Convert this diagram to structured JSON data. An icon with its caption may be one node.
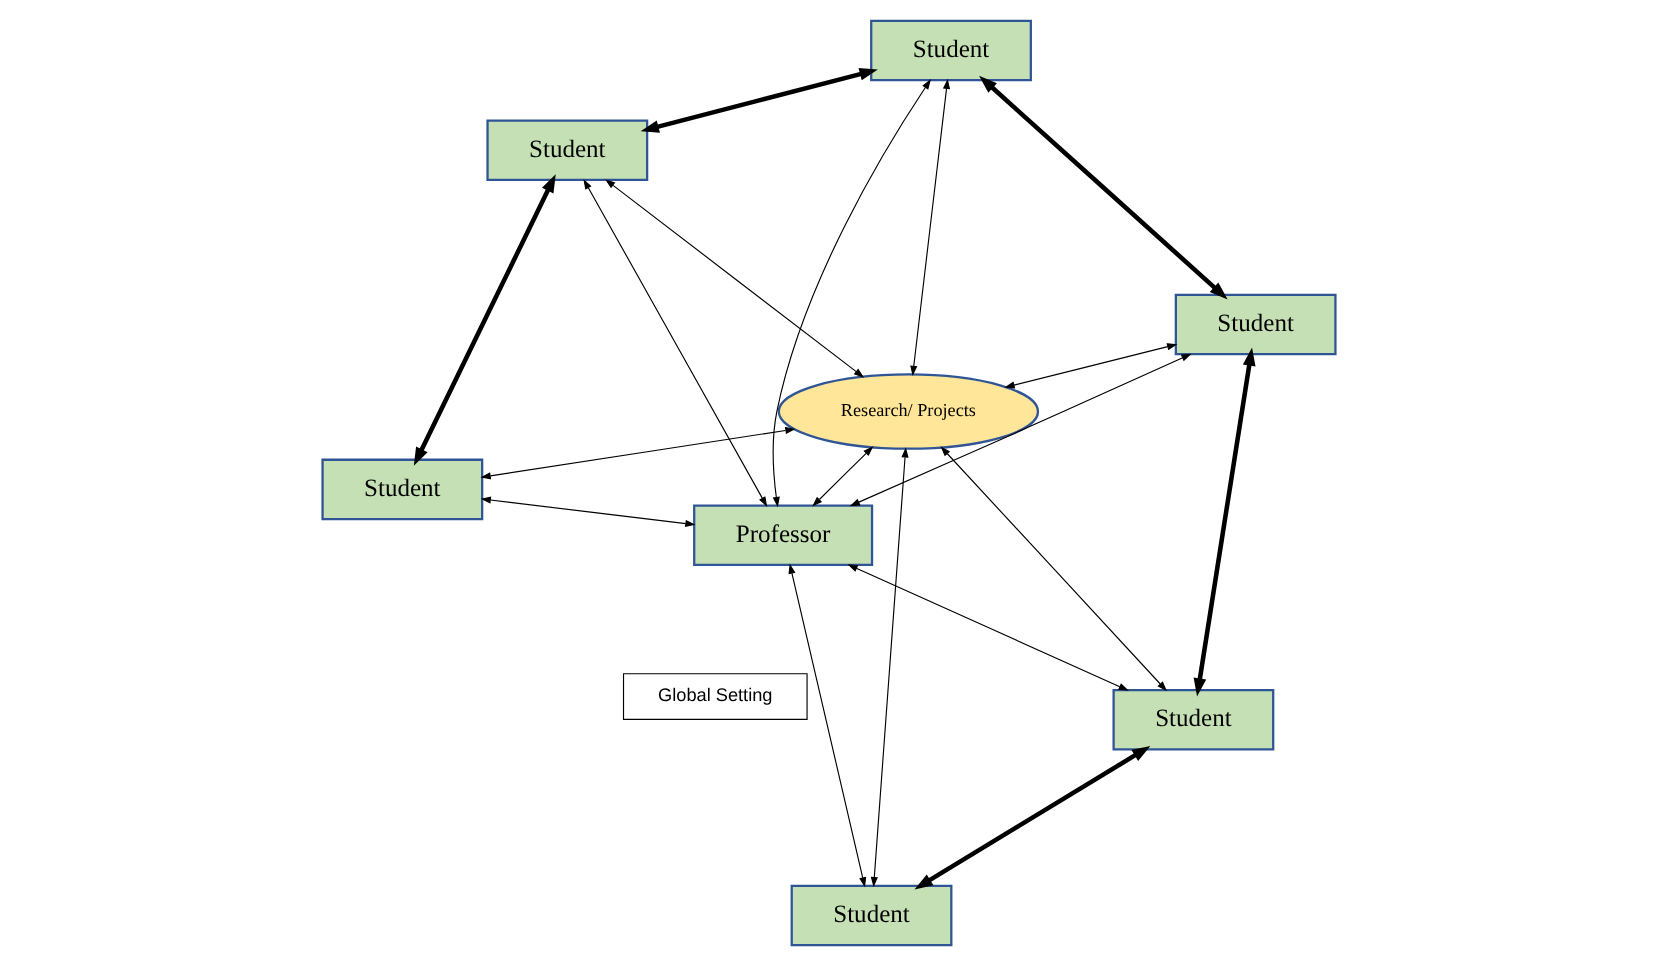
{
  "diagram": {
    "nodes": [
      {
        "text": [
          "Global Setting"
        ]
      },
      {
        "text": [
          "Professor"
        ]
      },
      {
        "text": [
          "Research/ Projects"
        ]
      },
      {
        "text": [
          "Student"
        ]
      },
      {
        "text": [
          "Student"
        ]
      },
      {
        "text": [
          "Student"
        ]
      },
      {
        "text": [
          "Student"
        ]
      },
      {
        "text": [
          "Student"
        ]
      },
      {
        "text": [
          "Student"
        ]
      }
    ],
    "edges": [
      {
        "from": 1,
        "to": 3,
        "arrow": "both"
      },
      {
        "from": 1,
        "to": 2,
        "arrow": "both"
      },
      {
        "from": 1,
        "to": 4,
        "arrow": "both"
      },
      {
        "from": 1,
        "to": 5,
        "arrow": "both"
      },
      {
        "from": 1,
        "to": 6,
        "arrow": "both"
      },
      {
        "from": 1,
        "to": 8,
        "arrow": "both"
      },
      {
        "from": 1,
        "to": 7,
        "arrow": "both"
      },
      {
        "from": 2,
        "to": 3,
        "arrow": "both"
      },
      {
        "from": 2,
        "to": 4,
        "arrow": "both"
      },
      {
        "from": 2,
        "to": 5,
        "arrow": "both"
      },
      {
        "from": 2,
        "to": 6,
        "arrow": "both"
      },
      {
        "from": 2,
        "to": 8,
        "arrow": "both"
      },
      {
        "from": 2,
        "to": 7,
        "arrow": "both"
      },
      {
        "from": 3,
        "to": 4,
        "arrow": "both",
        "style": "thick"
      },
      {
        "from": 4,
        "to": 5,
        "arrow": "both",
        "style": "thick"
      },
      {
        "from": 5,
        "to": 6,
        "arrow": "both",
        "style": "thick"
      },
      {
        "from": 6,
        "to": 8,
        "arrow": "both",
        "style": "thick"
      },
      {
        "from": 8,
        "to": 7,
        "arrow": "both",
        "style": "thick"
      }
    ]
  }
}
